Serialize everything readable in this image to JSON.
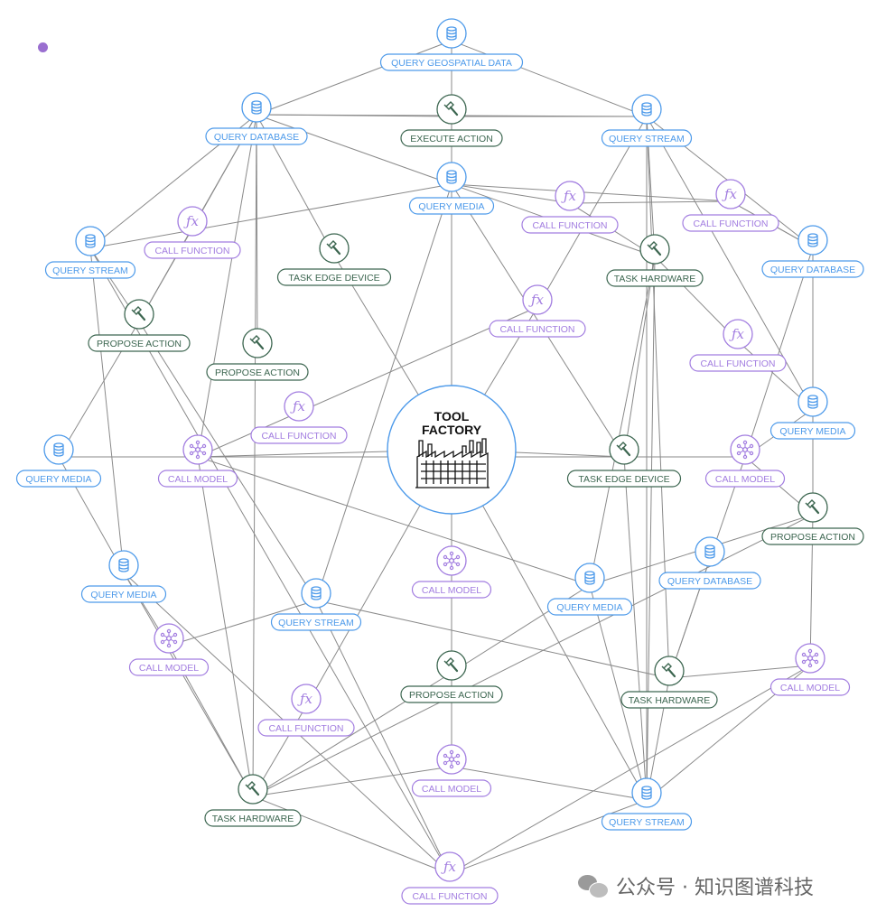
{
  "colors": {
    "blue": "#4d9aea",
    "purple": "#a27de0",
    "green": "#3c6650",
    "line": "#8a8a8a",
    "bullet": "#9a6fd0"
  },
  "center": {
    "line1": "TOOL",
    "line2": "FACTORY",
    "icon": "factory-icon"
  },
  "nodes": [
    {
      "id": "qg_top",
      "kind": "query",
      "label": "QUERY GEOSPATIAL DATA"
    },
    {
      "id": "qd_tl",
      "kind": "query",
      "label": "QUERY DATABASE"
    },
    {
      "id": "ea_top",
      "kind": "action",
      "label": "EXECUTE ACTION"
    },
    {
      "id": "qs_tr",
      "kind": "query",
      "label": "QUERY STREAM"
    },
    {
      "id": "qm_c",
      "kind": "query",
      "label": "QUERY MEDIA"
    },
    {
      "id": "cf_c1",
      "kind": "function",
      "label": "CALL FUNCTION"
    },
    {
      "id": "cf_r1",
      "kind": "function",
      "label": "CALL FUNCTION"
    },
    {
      "id": "qs_l",
      "kind": "query",
      "label": "QUERY STREAM"
    },
    {
      "id": "cf_l",
      "kind": "function",
      "label": "CALL FUNCTION"
    },
    {
      "id": "ted_l",
      "kind": "action",
      "label": "TASK EDGE DEVICE"
    },
    {
      "id": "th_r",
      "kind": "action",
      "label": "TASK HARDWARE"
    },
    {
      "id": "qd_r",
      "kind": "query",
      "label": "QUERY DATABASE"
    },
    {
      "id": "pa_l",
      "kind": "action",
      "label": "PROPOSE ACTION"
    },
    {
      "id": "cf_c2",
      "kind": "function",
      "label": "CALL FUNCTION"
    },
    {
      "id": "pa_c",
      "kind": "action",
      "label": "PROPOSE ACTION"
    },
    {
      "id": "cf_r2",
      "kind": "function",
      "label": "CALL FUNCTION"
    },
    {
      "id": "qm_r",
      "kind": "query",
      "label": "QUERY MEDIA"
    },
    {
      "id": "cf_l2",
      "kind": "function",
      "label": "CALL FUNCTION"
    },
    {
      "id": "qm_l",
      "kind": "query",
      "label": "QUERY MEDIA"
    },
    {
      "id": "cm_l",
      "kind": "model",
      "label": "CALL MODEL"
    },
    {
      "id": "ted_r",
      "kind": "action",
      "label": "TASK EDGE DEVICE"
    },
    {
      "id": "cm_r",
      "kind": "model",
      "label": "CALL MODEL"
    },
    {
      "id": "pa_r",
      "kind": "action",
      "label": "PROPOSE ACTION"
    },
    {
      "id": "qm_l2",
      "kind": "query",
      "label": "QUERY MEDIA"
    },
    {
      "id": "cm_c",
      "kind": "model",
      "label": "CALL MODEL"
    },
    {
      "id": "qd_r2",
      "kind": "query",
      "label": "QUERY DATABASE"
    },
    {
      "id": "qm_c2",
      "kind": "query",
      "label": "QUERY MEDIA"
    },
    {
      "id": "qs_c",
      "kind": "query",
      "label": "QUERY STREAM"
    },
    {
      "id": "cm_l2",
      "kind": "model",
      "label": "CALL MODEL"
    },
    {
      "id": "pa_c2",
      "kind": "action",
      "label": "PROPOSE ACTION"
    },
    {
      "id": "th_c",
      "kind": "action",
      "label": "TASK HARDWARE"
    },
    {
      "id": "cm_r2",
      "kind": "model",
      "label": "CALL MODEL"
    },
    {
      "id": "cf_l3",
      "kind": "function",
      "label": "CALL FUNCTION"
    },
    {
      "id": "cm_c2",
      "kind": "model",
      "label": "CALL MODEL"
    },
    {
      "id": "th_b",
      "kind": "action",
      "label": "TASK HARDWARE"
    },
    {
      "id": "qs_b",
      "kind": "query",
      "label": "QUERY STREAM"
    },
    {
      "id": "cf_b",
      "kind": "function",
      "label": "CALL FUNCTION"
    }
  ],
  "edges": [
    [
      "qg_top",
      "qd_tl"
    ],
    [
      "qg_top",
      "qs_tr"
    ],
    [
      "qg_top",
      "ea_top"
    ],
    [
      "qd_tl",
      "ea_top"
    ],
    [
      "ea_top",
      "qs_tr"
    ],
    [
      "qd_tl",
      "qs_tr"
    ],
    [
      "qd_tl",
      "qm_c"
    ],
    [
      "ea_top",
      "qm_c"
    ],
    [
      "qm_c",
      "center"
    ],
    [
      "qd_tl",
      "qs_l"
    ],
    [
      "qd_tl",
      "cf_l"
    ],
    [
      "qd_tl",
      "ted_l"
    ],
    [
      "qd_tl",
      "pa_c"
    ],
    [
      "qd_tl",
      "cm_l"
    ],
    [
      "qd_tl",
      "th_b"
    ],
    [
      "qd_tl",
      "pa_l"
    ],
    [
      "qm_c",
      "qs_l"
    ],
    [
      "qm_c",
      "cf_c1"
    ],
    [
      "qm_c",
      "cf_r1"
    ],
    [
      "qm_c",
      "ted_r"
    ],
    [
      "qm_c",
      "th_r"
    ],
    [
      "qm_c",
      "qs_c"
    ],
    [
      "qs_tr",
      "th_r"
    ],
    [
      "qs_tr",
      "cf_c2"
    ],
    [
      "qs_tr",
      "qd_r"
    ],
    [
      "qs_tr",
      "qs_b"
    ],
    [
      "qs_tr",
      "qm_r"
    ],
    [
      "qs_tr",
      "th_c"
    ],
    [
      "cf_c1",
      "th_r"
    ],
    [
      "cf_r1",
      "qd_r"
    ],
    [
      "th_r",
      "cf_r2"
    ],
    [
      "th_r",
      "ted_r"
    ],
    [
      "th_r",
      "qm_c2"
    ],
    [
      "th_r",
      "qs_b"
    ],
    [
      "qs_l",
      "pa_l"
    ],
    [
      "qs_l",
      "qm_l2"
    ],
    [
      "cf_l",
      "pa_l"
    ],
    [
      "pa_l",
      "qm_l"
    ],
    [
      "pa_l",
      "qs_c"
    ],
    [
      "ted_l",
      "center"
    ],
    [
      "cf_c2",
      "center"
    ],
    [
      "cf_c2",
      "cm_l"
    ],
    [
      "qd_r",
      "qm_r"
    ],
    [
      "qd_r",
      "cm_r"
    ],
    [
      "cf_r2",
      "qm_r"
    ],
    [
      "qm_l",
      "cm_l"
    ],
    [
      "qm_l",
      "qm_l2"
    ],
    [
      "cm_l",
      "center"
    ],
    [
      "cm_l",
      "ted_r"
    ],
    [
      "cm_l",
      "qm_c2"
    ],
    [
      "cm_l",
      "th_b"
    ],
    [
      "qm_r",
      "pa_r"
    ],
    [
      "qm_r",
      "cm_r"
    ],
    [
      "cm_r",
      "ted_r"
    ],
    [
      "center",
      "ted_r"
    ],
    [
      "cm_r",
      "qd_r2"
    ],
    [
      "pa_r",
      "cm_r2"
    ],
    [
      "pa_r",
      "th_b"
    ],
    [
      "pa_r",
      "qm_c2"
    ],
    [
      "pa_r",
      "cm_r"
    ],
    [
      "center",
      "cm_c"
    ],
    [
      "cm_c",
      "pa_c2"
    ],
    [
      "center",
      "qs_b"
    ],
    [
      "center",
      "cf_l3"
    ],
    [
      "qd_r2",
      "th_c"
    ],
    [
      "qm_c2",
      "pa_c2"
    ],
    [
      "qm_c2",
      "qs_b"
    ],
    [
      "qs_c",
      "cm_l2"
    ],
    [
      "qs_c",
      "th_c"
    ],
    [
      "qs_c",
      "cf_b"
    ],
    [
      "qm_l2",
      "cm_l2"
    ],
    [
      "qm_l2",
      "th_b"
    ],
    [
      "cm_l2",
      "th_b"
    ],
    [
      "pa_c2",
      "th_b"
    ],
    [
      "pa_c2",
      "cm_c2"
    ],
    [
      "th_c",
      "cm_r2"
    ],
    [
      "th_c",
      "qs_b"
    ],
    [
      "cm_r2",
      "cf_b"
    ],
    [
      "cf_l3",
      "th_b"
    ],
    [
      "cm_c2",
      "th_b"
    ],
    [
      "cm_c2",
      "qs_b"
    ],
    [
      "th_b",
      "cf_b"
    ],
    [
      "qs_l",
      "cf_b"
    ],
    [
      "qs_b",
      "cf_b"
    ],
    [
      "qm_l2",
      "cf_b"
    ],
    [
      "ted_r",
      "qs_b"
    ],
    [
      "qd_r2",
      "th_c"
    ],
    [
      "cm_r2",
      "qs_b"
    ],
    [
      "cf_c1",
      "cf_r1"
    ],
    [
      "cf_r1",
      "qd_r"
    ]
  ],
  "watermark": {
    "text": "公众号 · 知识图谱科技",
    "icon": "wechat-icon"
  }
}
